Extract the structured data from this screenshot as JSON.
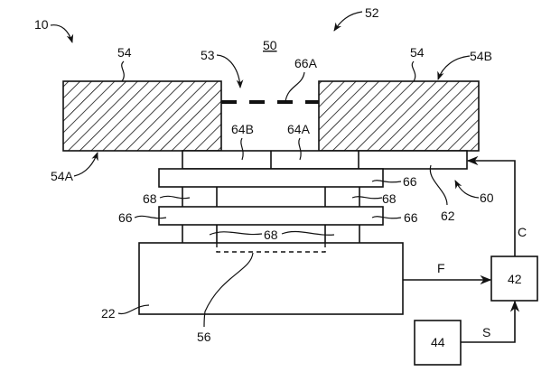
{
  "figure": {
    "reference_numerals": {
      "system": "10",
      "fluid_circuit": "52",
      "fluid_region": "50",
      "gap_arrow": "53",
      "gap_line": "66A",
      "housing_left_top": "54",
      "housing_right_top": "54",
      "housing_right": "54B",
      "housing_left": "54A",
      "segment_b": "64B",
      "segment_a": "64A",
      "upper_plate_right": "66",
      "spacer_left": "68",
      "spacer_right": "68",
      "lower_plate_left": "66",
      "lower_plate_right": "66",
      "spacer_center": "68",
      "actuator_layer": "62",
      "actuator_assembly": "60",
      "base": "22",
      "sensing_region": "56",
      "controller": "42",
      "sensor": "44"
    },
    "signals": {
      "feedback": "F",
      "control": "C",
      "sensor": "S"
    }
  }
}
